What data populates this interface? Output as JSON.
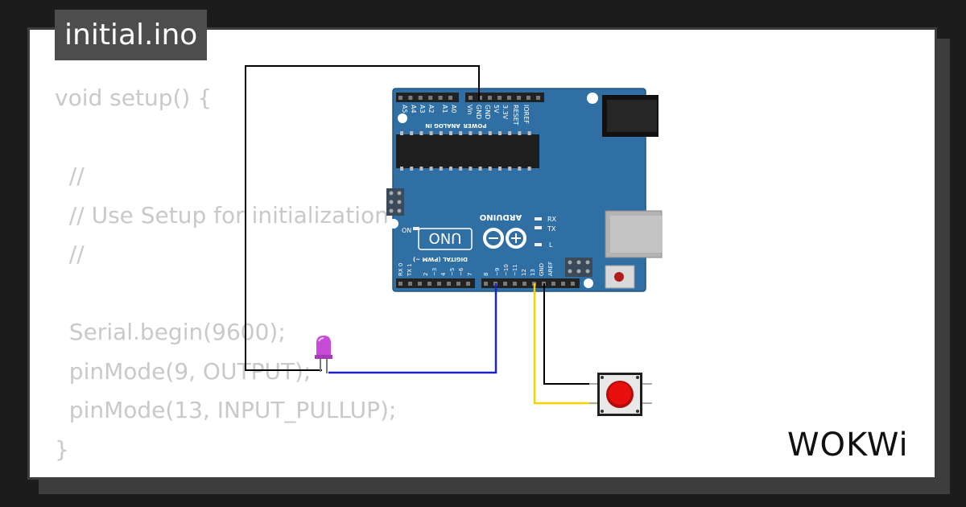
{
  "file": {
    "name": "initial.ino"
  },
  "code": {
    "lines": [
      "void setup() {",
      "",
      "  //",
      "  // Use Setup for initialization",
      "  //",
      "",
      "  Serial.begin(9600);",
      "  pinMode(9, OUTPUT);",
      "  pinMode(13, INPUT_PULLUP);",
      "}"
    ]
  },
  "board": {
    "model": "UNO",
    "brand": "ARDUINO",
    "on_label": "ON",
    "tx_label": "TX",
    "rx_label": "RX",
    "l_label": "L",
    "analog_header": "ANALOG IN",
    "power_header": "POWER",
    "digital_header": "DIGITAL (PWM ~)",
    "analog_pins": [
      "A5",
      "A4",
      "A3",
      "A2",
      "A1",
      "A0"
    ],
    "power_pins": [
      "Vin",
      "GND",
      "GND",
      "5V",
      "3.3V",
      "RESET",
      "IOREF"
    ],
    "digital_pins": [
      "AREF",
      "GND",
      "13",
      "12",
      "~11",
      "~10",
      "~9",
      "8",
      "7",
      "~6",
      "~5",
      "4",
      "~3",
      "2",
      "TX 1",
      "RX 0"
    ]
  },
  "components": {
    "led_color": "#c84bd8",
    "button_color": "#e8100f"
  },
  "wires": {
    "gnd_color": "#000000",
    "pin9_color": "#1a22c8",
    "pin13_color": "#f4d400"
  },
  "brand": {
    "logo_text": "WOKWi"
  }
}
